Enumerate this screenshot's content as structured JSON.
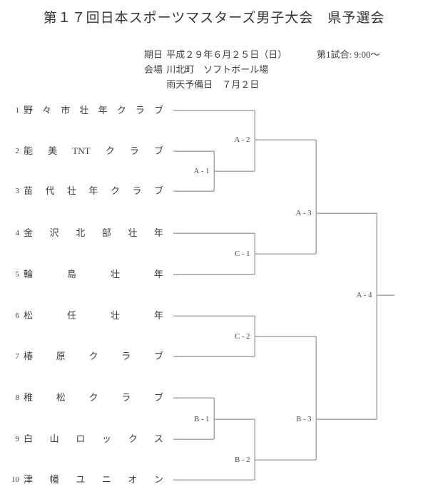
{
  "title": "第１７回日本スポーツマスターズ男子大会　県予選会",
  "info": {
    "date_label": "期日",
    "date_value": "平成２９年６月２５日（日）",
    "venue_label": "会場",
    "venue_value": "川北町　ソフトボール場",
    "rain_date_value": "雨天予備日　７月２日",
    "first_game": "第1試合: 9:00～"
  },
  "bracket": {
    "teams": [
      {
        "number": "1",
        "name": "野々市壮年クラブ"
      },
      {
        "number": "2",
        "name": "能美TNTクラブ"
      },
      {
        "number": "3",
        "name": "苗代壮年クラブ"
      },
      {
        "number": "4",
        "name": "金沢北部壮年"
      },
      {
        "number": "5",
        "name": "輪島壮年"
      },
      {
        "number": "6",
        "name": "松任壮年"
      },
      {
        "number": "7",
        "name": "椿原クラブ"
      },
      {
        "number": "8",
        "name": "稚松クラブ"
      },
      {
        "number": "9",
        "name": "白山ロックス"
      },
      {
        "number": "10",
        "name": "津幡ユニオン"
      }
    ],
    "matches": [
      {
        "label": "A-1",
        "inputs": [
          "2",
          "3"
        ]
      },
      {
        "label": "A-2",
        "inputs": [
          "1",
          "A-1"
        ]
      },
      {
        "label": "A-3",
        "inputs": [
          "A-2",
          "C-1"
        ]
      },
      {
        "label": "A-4",
        "inputs": [
          "A-3",
          "B-3"
        ]
      },
      {
        "label": "B-1",
        "inputs": [
          "8",
          "9"
        ]
      },
      {
        "label": "B-2",
        "inputs": [
          "B-1",
          "10"
        ]
      },
      {
        "label": "B-3",
        "inputs": [
          "C-2",
          "B-2"
        ]
      },
      {
        "label": "C-1",
        "inputs": [
          "4",
          "5"
        ]
      },
      {
        "label": "C-2",
        "inputs": [
          "6",
          "7"
        ]
      }
    ]
  },
  "colors": {
    "line": "#a6a6a6",
    "text": "#3d3d3d"
  }
}
